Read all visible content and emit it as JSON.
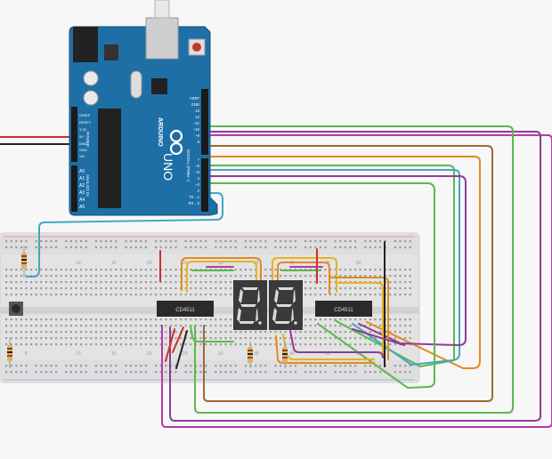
{
  "arduino": {
    "brand": "ARDUINO",
    "model": "UNO",
    "power_label": "POWER",
    "analog_label": "ANALOG IN",
    "digital_label": "DIGITAL (PWM ~)",
    "power_pins": [
      "IOREF",
      "RESET",
      "3.3V",
      "5V",
      "GND",
      "GND",
      "Vin"
    ],
    "analog_pins": [
      "A0",
      "A1",
      "A2",
      "A3",
      "A4",
      "A5"
    ],
    "digital_pins": [
      "AREF",
      "GND",
      "13",
      "12",
      "~11",
      "~10",
      "~9",
      "8",
      "7",
      "~6",
      "~5",
      "4",
      "~3",
      "2",
      "TX→1",
      "RX←0"
    ]
  },
  "breadboard": {
    "column_numbers": [
      "5",
      "10",
      "15",
      "20",
      "25",
      "30",
      "35",
      "40",
      "45",
      "50"
    ]
  },
  "chips": {
    "left_label": "CD4511",
    "right_label": "CD4511"
  },
  "colors": {
    "board_blue": "#1e6fa6",
    "breadboard": "#e4e4e4",
    "wire_green": "#5cb84f",
    "wire_purple": "#8e3c96",
    "wire_magenta": "#b63aa6",
    "wire_orange": "#e58a1e",
    "wire_cyan": "#43a5c6",
    "wire_brown": "#9a6a38",
    "wire_yellow": "#e6b321",
    "wire_red": "#cf2e2e",
    "wire_black": "#222222",
    "display_body": "#3a3a3a",
    "segment_on": "#dadada"
  }
}
